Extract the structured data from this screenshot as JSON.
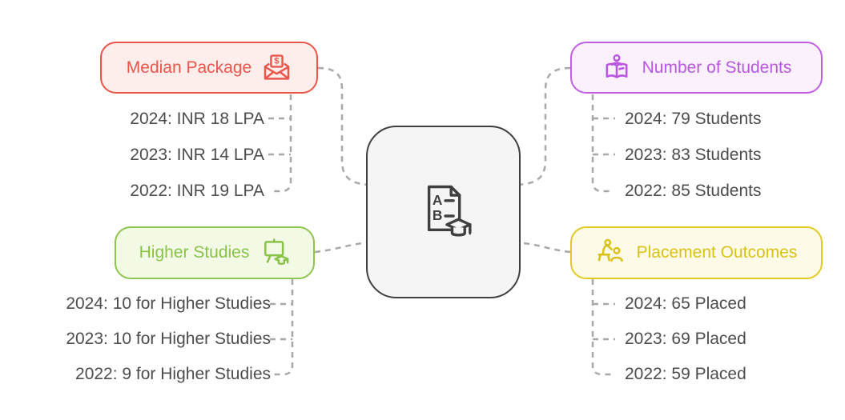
{
  "center_node": {
    "icon": "exam-results-graduation-icon"
  },
  "branches": {
    "median_package": {
      "label": "Median Package",
      "icon": "envelope-money-icon",
      "accent": "#e9564c",
      "border": "#ea5549",
      "bg": "#fdedeb",
      "items": [
        "2024: INR 18 LPA",
        "2023: INR 14 LPA",
        "2022: INR 19 LPA"
      ]
    },
    "number_of_students": {
      "label": "Number of Students",
      "icon": "person-reading-book-icon",
      "accent": "#b957e2",
      "border": "#c05fe4",
      "bg": "#faf1fd",
      "items": [
        "2024: 79 Students",
        "2023: 83 Students",
        "2022: 85 Students"
      ]
    },
    "higher_studies": {
      "label": "Higher Studies",
      "icon": "presentation-board-graduation-icon",
      "accent": "#8ac24a",
      "border": "#8ec54f",
      "bg": "#f2f9e4",
      "items": [
        "2024: 10 for Higher Studies",
        "2023: 10 for Higher Studies",
        "2022: 9 for Higher Studies"
      ]
    },
    "placement_outcomes": {
      "label": "Placement Outcomes",
      "icon": "presenter-with-person-icon",
      "accent": "#d9c117",
      "border": "#e3ca1f",
      "bg": "#fdfbe8",
      "items": [
        "2024: 65 Placed",
        "2023: 69 Placed",
        "2022: 59 Placed"
      ]
    }
  },
  "colors": {
    "connector": "#a8a8a8",
    "item_text": "#4c4c4c",
    "center_border": "#3f3f3f",
    "center_bg": "#f5f5f5",
    "canvas_bg": "#ffffff"
  }
}
